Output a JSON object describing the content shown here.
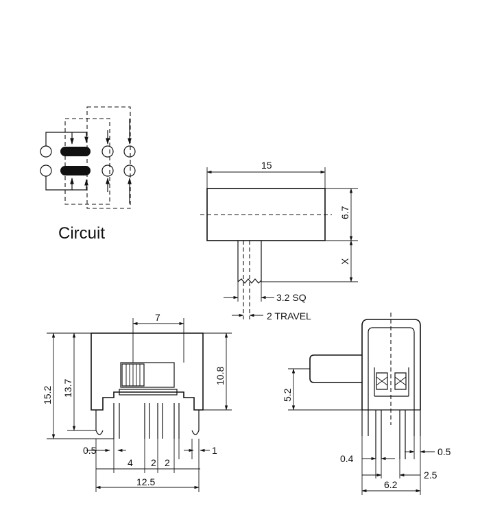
{
  "circuit": {
    "label": "Circuit"
  },
  "top_view": {
    "width": "15",
    "height": "6.7",
    "shaft": "X",
    "actuator": "3.2 SQ",
    "travel": "2 TRAVEL"
  },
  "front_view": {
    "actuator_width": "7",
    "overall_height": "15.2",
    "body_height": "13.7",
    "right_height": "10.8",
    "left_gap": "0.5",
    "right_gap": "1",
    "pitch_a": "4",
    "pitch_b": "2",
    "pitch_c": "2",
    "overall_width": "12.5"
  },
  "side_view": {
    "actuator_height": "5.2",
    "pin_width": "0.4",
    "right_gap": "0.5",
    "pin_spacing": "2.5",
    "overall_width": "6.2"
  }
}
